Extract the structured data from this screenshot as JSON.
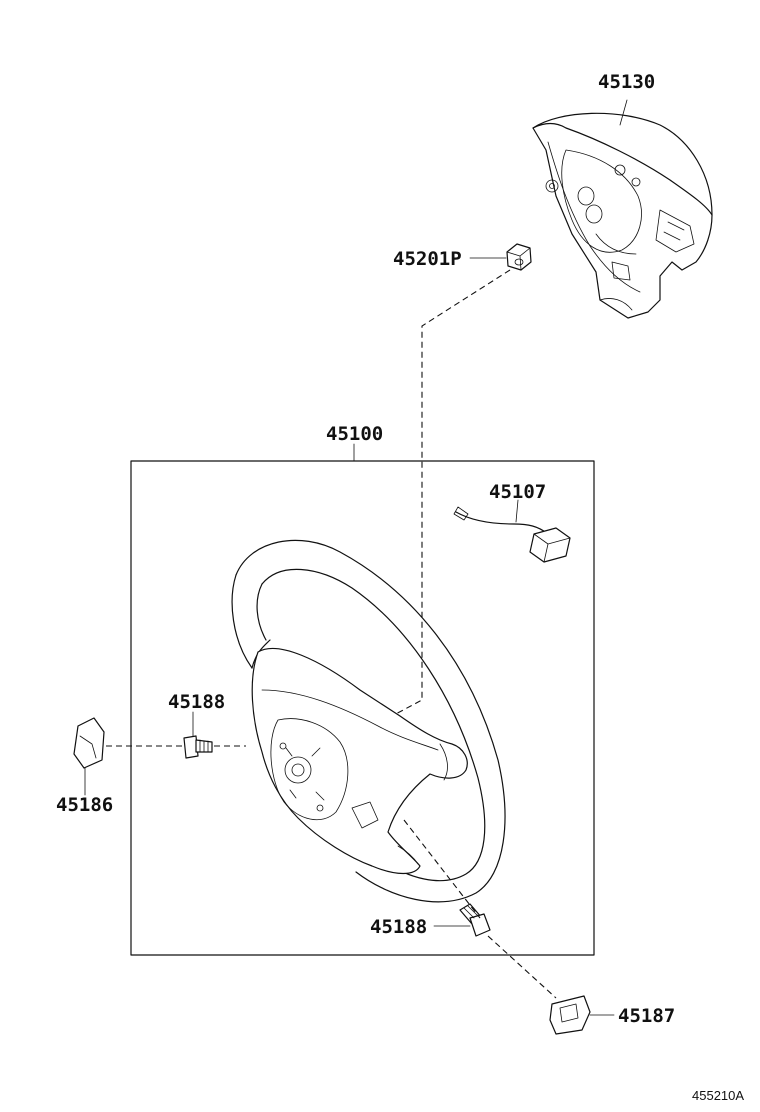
{
  "diagram": {
    "parts": [
      {
        "id": "airbag",
        "number": "45130"
      },
      {
        "id": "nut",
        "number": "45201P"
      },
      {
        "id": "wheel-assembly",
        "number": "45100"
      },
      {
        "id": "wire",
        "number": "45107"
      },
      {
        "id": "screw-left",
        "number": "45188"
      },
      {
        "id": "cover-left",
        "number": "45186"
      },
      {
        "id": "screw-bottom",
        "number": "45188"
      },
      {
        "id": "cover-right",
        "number": "45187"
      }
    ],
    "figure_code": "455210A"
  }
}
